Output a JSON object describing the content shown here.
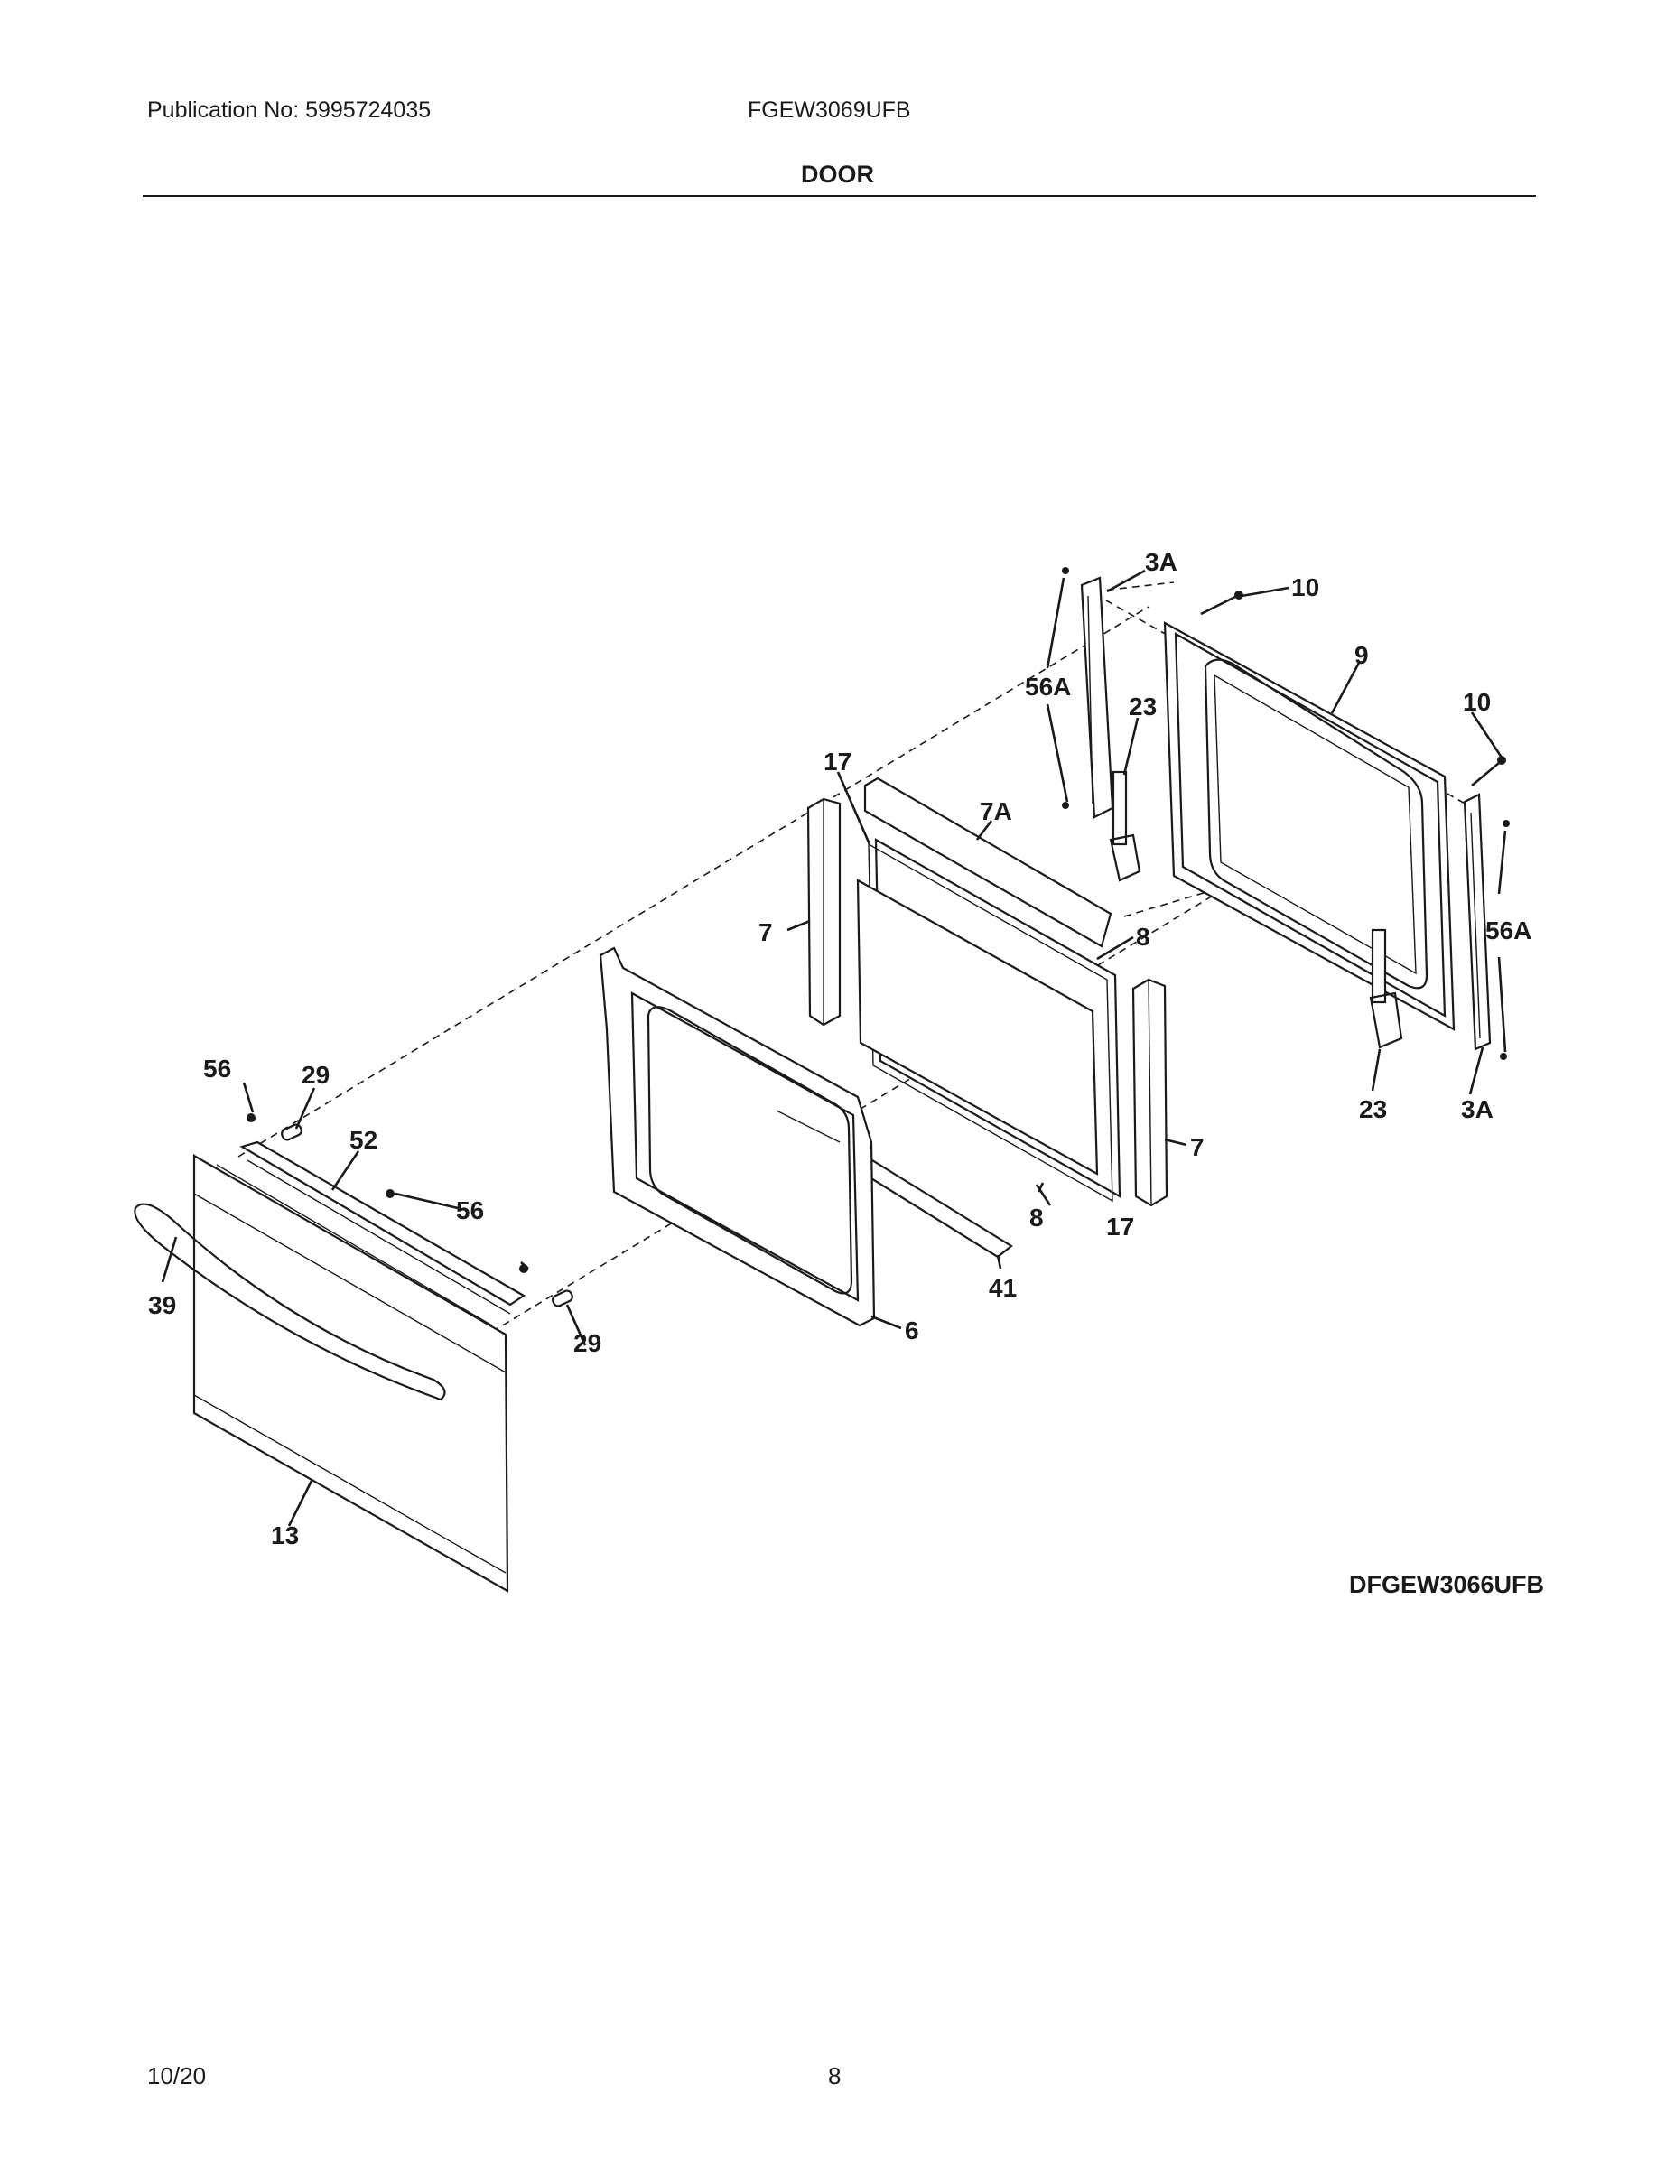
{
  "header": {
    "publication": "Publication No: 5995724035",
    "model": "FGEW3069UFB",
    "section_title": "DOOR"
  },
  "footer": {
    "date": "10/20",
    "page": "8"
  },
  "diagram": {
    "id": "DFGEW3066UFB",
    "callouts": {
      "c_3a_top": "3A",
      "c_10_top": "10",
      "c_9": "9",
      "c_56a_left": "56A",
      "c_23_left": "23",
      "c_10_right": "10",
      "c_17_top": "17",
      "c_7a": "7A",
      "c_7_left": "7",
      "c_8_top": "8",
      "c_56a_right": "56A",
      "c_56_top": "56",
      "c_29_top": "29",
      "c_52": "52",
      "c_23_right": "23",
      "c_3a_right": "3A",
      "c_7_right": "7",
      "c_56_mid": "56",
      "c_8_bottom": "8",
      "c_17_bottom": "17",
      "c_39": "39",
      "c_41": "41",
      "c_6": "6",
      "c_29_bottom": "29",
      "c_13": "13"
    }
  }
}
